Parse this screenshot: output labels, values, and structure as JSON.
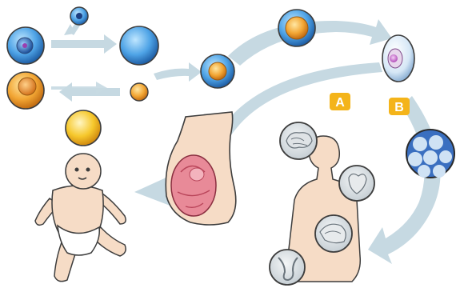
{
  "labels": {
    "a": "A",
    "b": "B"
  },
  "colors": {
    "arrow": "#c6d9e2",
    "badge": "#f4b41a",
    "badge_text": "#ffffff",
    "outline": "#3d3d3d",
    "skin": "#f6dcc6",
    "blue_cell": "#3f8fd4",
    "orange_cell": "#f0a02a",
    "yellow_cell": "#f5c22a",
    "stem_cell": "#cfe2f4",
    "embryo": "#e88a98",
    "tissue": "#3a6fc0"
  },
  "icons": {
    "cells": "cell-circles",
    "fetus": "pregnant-belly-with-fetus",
    "baby": "baby-in-diaper",
    "body": "adult-torso-with-organs"
  }
}
